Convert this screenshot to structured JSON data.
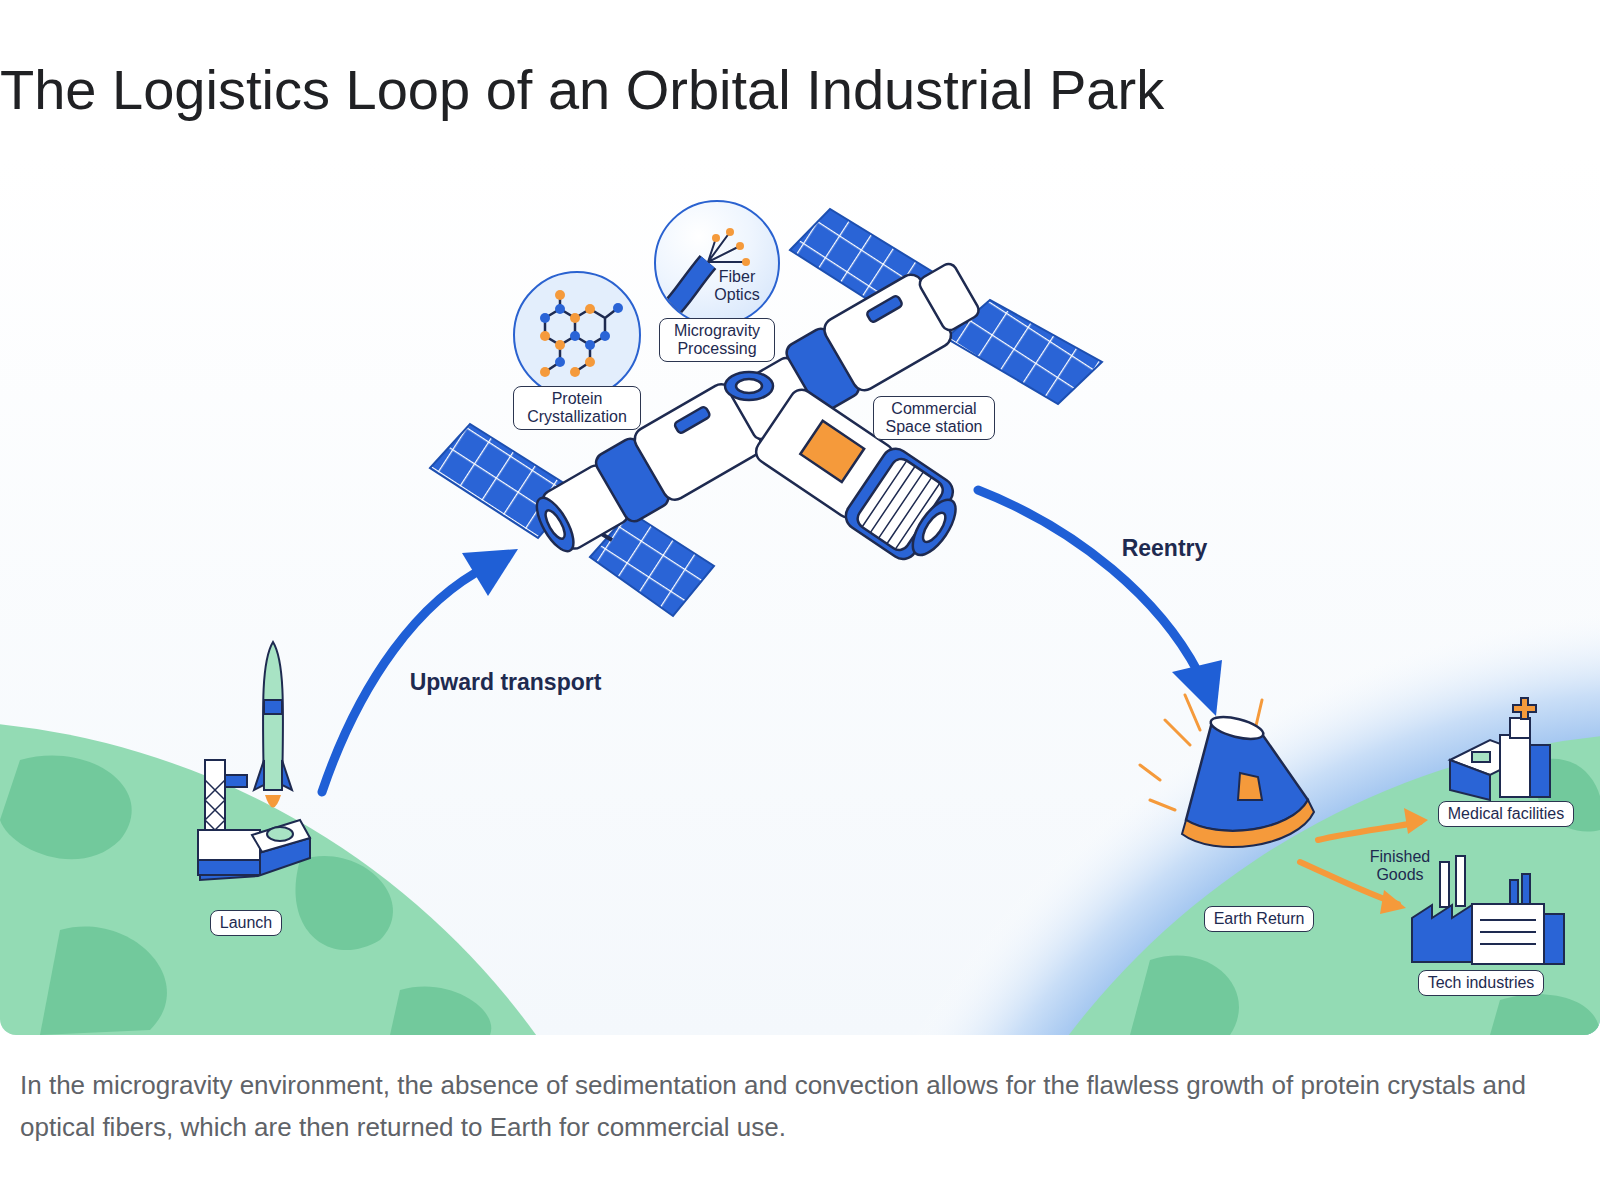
{
  "diagram": {
    "title": "The Logistics Loop of an Orbital Industrial Park",
    "caption": "In the microgravity environment, the absence of sedimentation and convection allows for the flawless growth of protein crystals and optical fibers, which are then returned to Earth for commercial use.",
    "nodes": [
      {
        "text": [
          "Protein Crystallization"
        ]
      },
      {
        "text": [
          "Fiber Optics"
        ]
      },
      {
        "text": [
          "Microgravity Processing"
        ]
      },
      {
        "text": [
          "Commercial Space station"
        ]
      },
      {
        "text": [
          "Launch"
        ]
      },
      {
        "text": [
          "Earth Return"
        ]
      },
      {
        "text": [
          "Medical facilities"
        ]
      },
      {
        "text": [
          "Tech industries"
        ]
      }
    ],
    "labels": [
      "Upward transport",
      "Reentry",
      "Finished Goods"
    ]
  }
}
